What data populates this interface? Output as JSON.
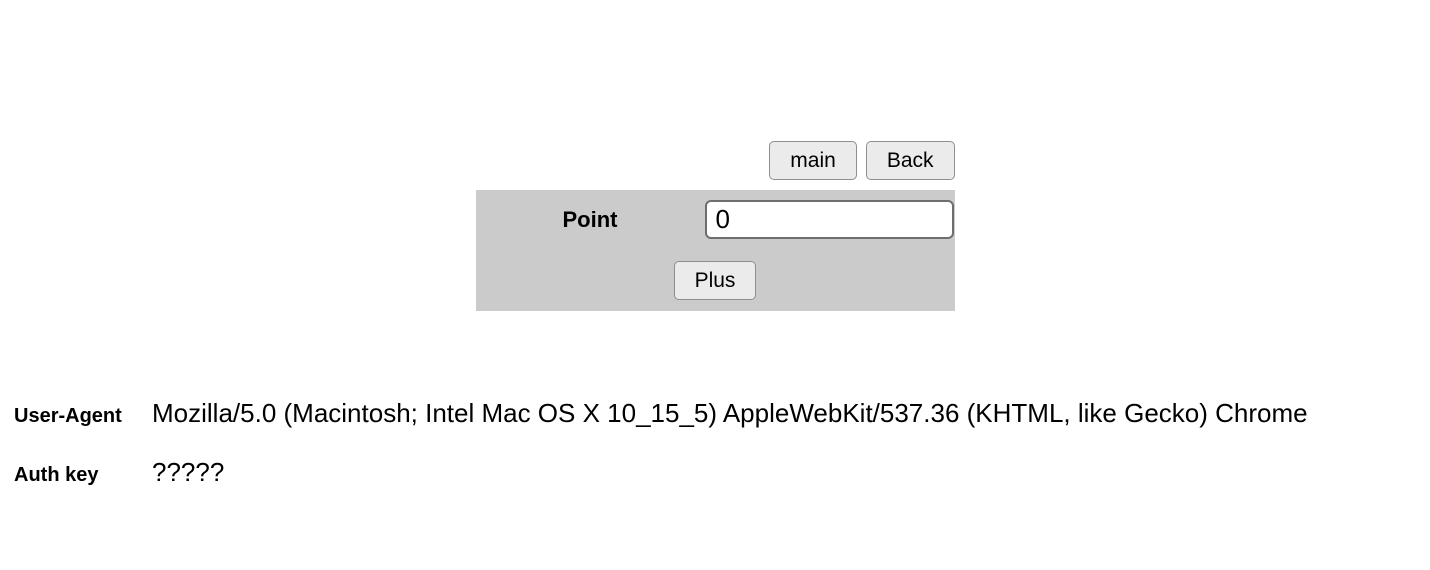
{
  "toolbar": {
    "main_button": "main",
    "back_button": "Back"
  },
  "form": {
    "point_label": "Point",
    "point_value": "0",
    "plus_button": "Plus"
  },
  "details": {
    "rows": [
      {
        "label": "User-Agent",
        "value": "Mozilla/5.0 (Macintosh; Intel Mac OS X 10_15_5) AppleWebKit/537.36 (KHTML, like Gecko) Chrome"
      },
      {
        "label": "Auth key",
        "value": "?????"
      }
    ]
  },
  "colors": {
    "panel_bg": "#cbcbcb",
    "button_bg": "#ebebeb",
    "button_border": "#8e8e8e"
  }
}
